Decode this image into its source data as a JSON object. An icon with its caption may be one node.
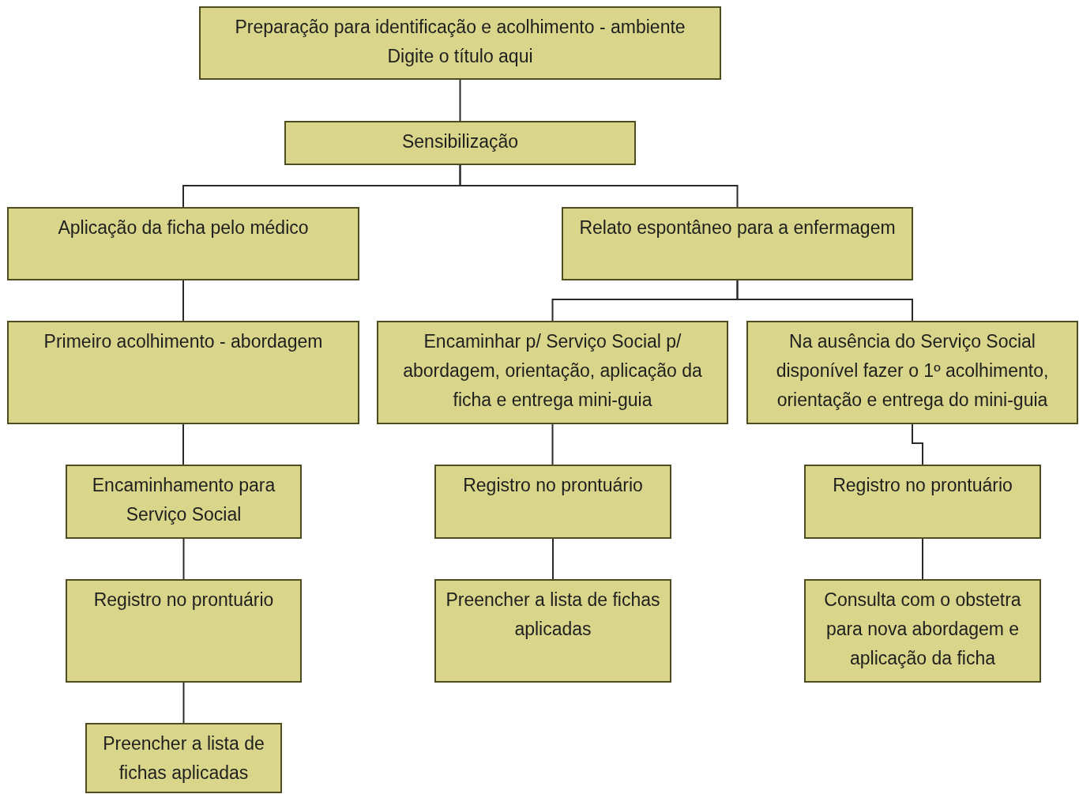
{
  "diagram": {
    "nodes": [
      {
        "text": [
          "Preparação para identificação e acolhimento - ambiente",
          "Digite o título aqui"
        ]
      },
      {
        "text": [
          "Sensibilização"
        ]
      },
      {
        "text": [
          "Aplicação da ficha pelo médico"
        ]
      },
      {
        "text": [
          "Relato espontâneo para a enfermagem"
        ]
      },
      {
        "text": [
          "Primeiro acolhimento - abordagem"
        ]
      },
      {
        "text": [
          "Encaminhar p/ Serviço Social p/ abordagem, orientação, aplicação da ficha e entrega mini-guia"
        ]
      },
      {
        "text": [
          "Na ausência do Serviço Social disponível fazer o 1º acolhimento, orientação e entrega do mini-guia"
        ]
      },
      {
        "text": [
          "Encaminhamento para Serviço Social"
        ]
      },
      {
        "text": [
          "Registro no prontuário"
        ]
      },
      {
        "text": [
          "Registro no prontuário"
        ]
      },
      {
        "text": [
          "Registro no prontuário"
        ]
      },
      {
        "text": [
          "Preencher a lista de fichas aplicadas"
        ]
      },
      {
        "text": [
          "Consulta com o obstetra para nova abordagem e aplicação da ficha"
        ]
      },
      {
        "text": [
          "Preencher a lista de fichas aplicadas"
        ]
      }
    ],
    "edges": [
      {
        "from": 0,
        "to": 1,
        "arrow": "none"
      },
      {
        "from": 1,
        "to": 2,
        "arrow": "none"
      },
      {
        "from": 1,
        "to": 3,
        "arrow": "none"
      },
      {
        "from": 2,
        "to": 4,
        "arrow": "none"
      },
      {
        "from": 4,
        "to": 7,
        "arrow": "none"
      },
      {
        "from": 7,
        "to": 10,
        "arrow": "none"
      },
      {
        "from": 10,
        "to": 13,
        "arrow": "none"
      },
      {
        "from": 3,
        "to": 5,
        "arrow": "none"
      },
      {
        "from": 3,
        "to": 6,
        "arrow": "none"
      },
      {
        "from": 5,
        "to": 8,
        "arrow": "none"
      },
      {
        "from": 8,
        "to": 11,
        "arrow": "none"
      },
      {
        "from": 6,
        "to": 9,
        "arrow": "none"
      },
      {
        "from": 9,
        "to": 12,
        "arrow": "none"
      }
    ]
  }
}
